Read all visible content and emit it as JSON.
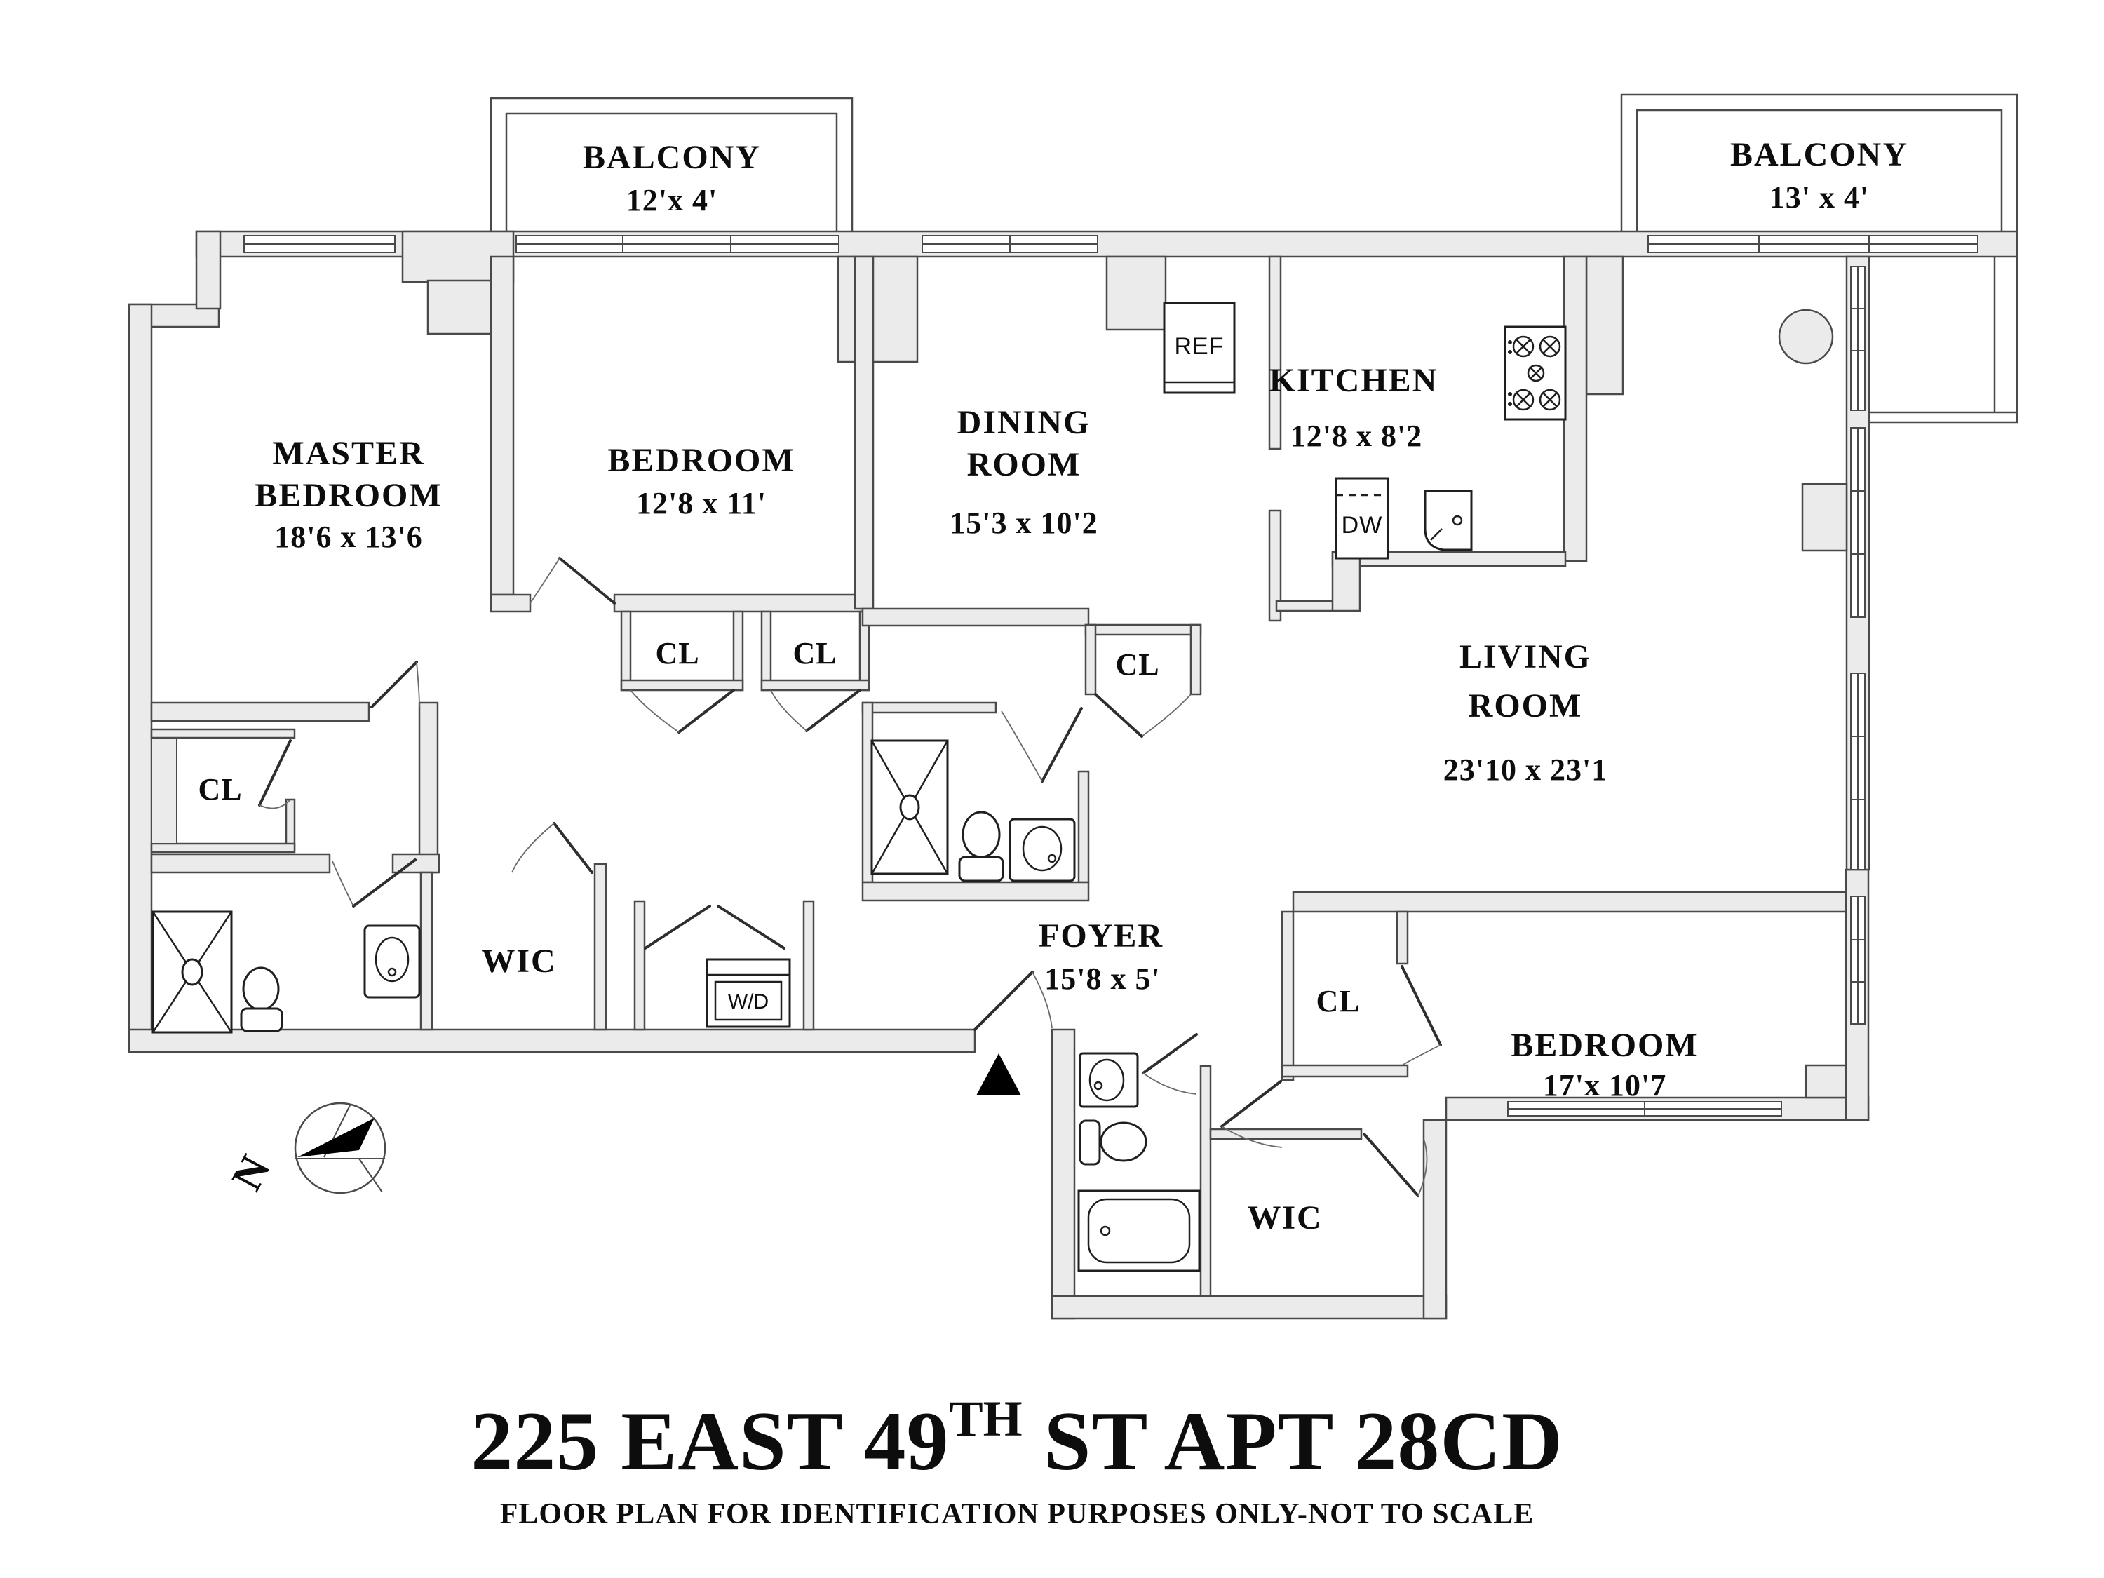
{
  "title": {
    "main_prefix": "225 EAST 49",
    "superscript": "TH",
    "main_suffix": " ST APT 28CD",
    "subtitle": "FLOOR PLAN FOR IDENTIFICATION PURPOSES ONLY-NOT TO SCALE"
  },
  "compass": {
    "north": "N"
  },
  "rooms": {
    "balcony_left": {
      "name": "BALCONY",
      "dims": "12'x 4'"
    },
    "balcony_right": {
      "name": "BALCONY",
      "dims": "13' x 4'"
    },
    "master_bedroom": {
      "line1": "MASTER",
      "line2": "BEDROOM",
      "dims": "18'6 x 13'6"
    },
    "bedroom2": {
      "name": "BEDROOM",
      "dims": "12'8 x 11'"
    },
    "dining_room": {
      "line1": "DINING",
      "line2": "ROOM",
      "dims": "15'3 x 10'2"
    },
    "kitchen": {
      "name": "KITCHEN",
      "dims": "12'8 x 8'2"
    },
    "living_room": {
      "line1": "LIVING",
      "line2": "ROOM",
      "dims": "23'10 x 23'1"
    },
    "foyer": {
      "name": "FOYER",
      "dims": "15'8 x 5'"
    },
    "bedroom3": {
      "name": "BEDROOM",
      "dims": "17'x 10'7"
    },
    "wic_master": "WIC",
    "wic_bedroom3": "WIC",
    "closet_label": "CL"
  },
  "fixtures": {
    "refrigerator": "REF",
    "dishwasher": "DW",
    "washer_dryer": "W/D"
  },
  "colors": {
    "wall_fill": "#ebebeb",
    "line": "#4a4a4a",
    "ink": "#0d0d0d"
  }
}
